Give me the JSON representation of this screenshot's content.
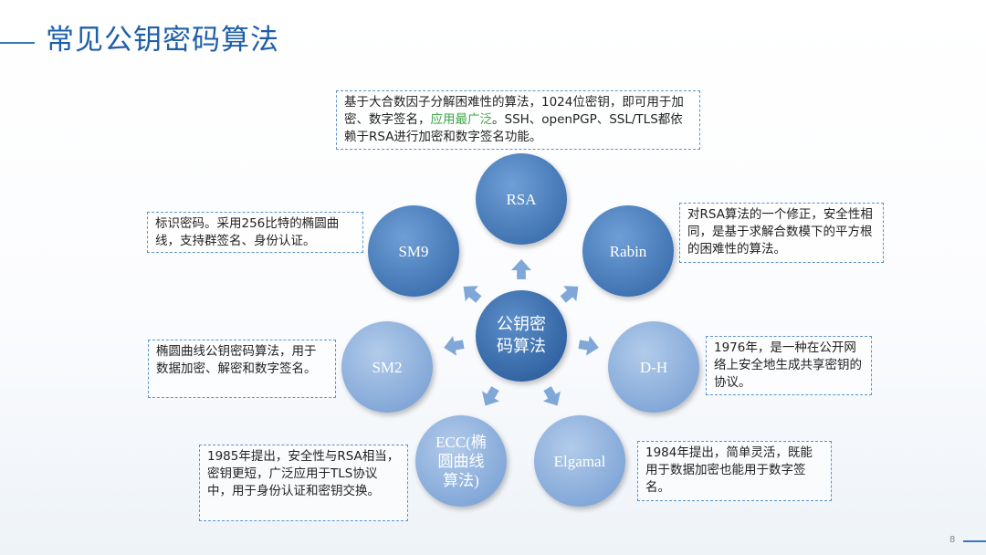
{
  "title": "常见公钥密码算法",
  "center": {
    "line1": "公钥密",
    "line2": "码算法"
  },
  "nodes": {
    "rsa": "RSA",
    "rabin": "Rabin",
    "dh": "D-H",
    "elgamal": "Elgamal",
    "ecc1": "ECC(椭",
    "ecc2": "圆曲线",
    "ecc3": "算法)",
    "sm2": "SM2",
    "sm9": "SM9"
  },
  "desc": {
    "rsa_a": "基于大合数因子分解困难性的算法，1024位密钥，即可用于加密、数字签名，",
    "rsa_hl": "应用最广泛",
    "rsa_b": "。SSH、openPGP、SSL/TLS都依赖于RSA进行加密和数字签名功能。",
    "rabin": "对RSA算法的一个修正，安全性相同，是基于求解合数模下的平方根的困难性的算法。",
    "dh": "1976年，是一种在公开网络上安全地生成共享密钥的协议。",
    "elgamal": "1984年提出，简单灵活，既能用于数据加密也能用于数字签名。",
    "ecc": "1985年提出，安全性与RSA相当，密钥更短，广泛应用于TLS协议中，用于身份认证和密钥交换。",
    "sm2": "椭圆曲线公钥密码算法，用于数据加密、解密和数字签名。",
    "sm9": "标识密码。采用256比特的椭圆曲线，支持群签名、身份认证。"
  },
  "page_number": "8",
  "colors": {
    "accent": "#1f5fa8",
    "highlight": "#3fa548"
  }
}
